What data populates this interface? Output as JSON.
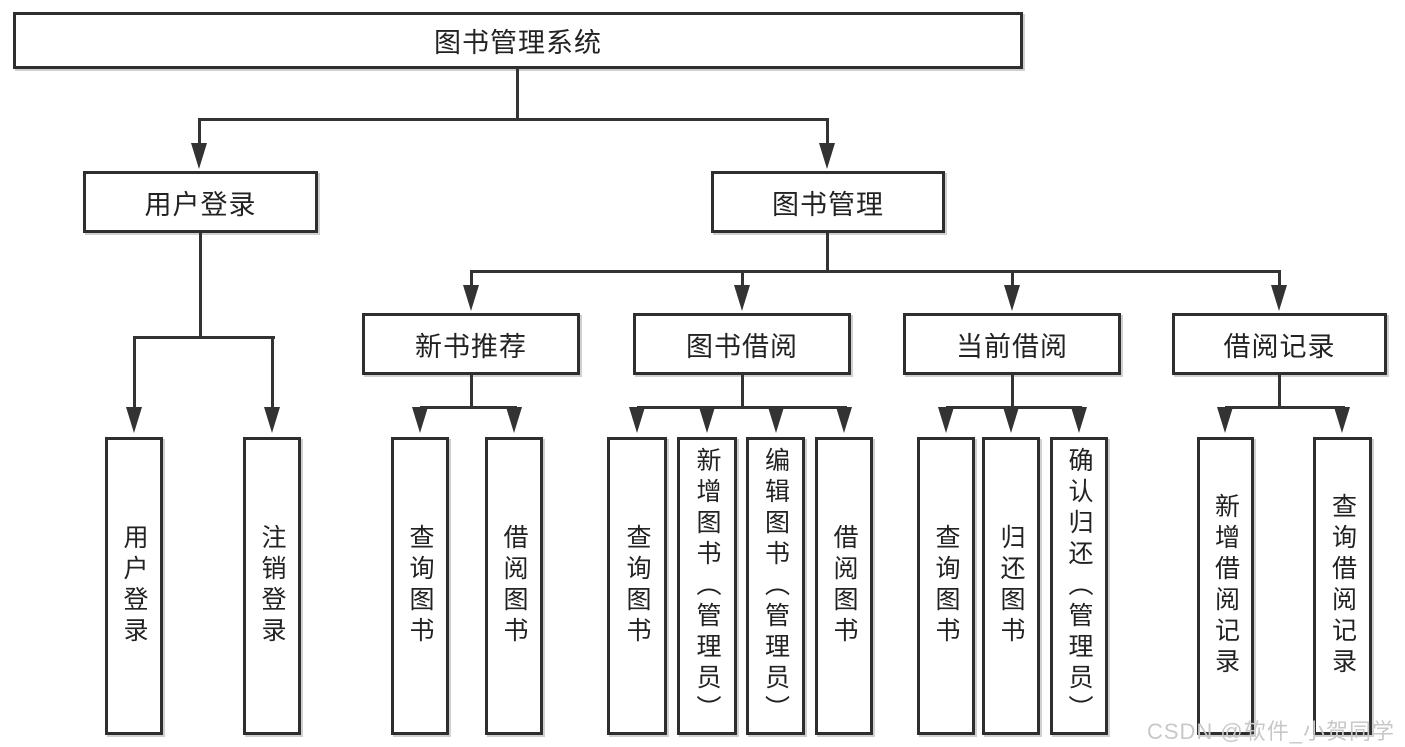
{
  "watermark": "CSDN @软件_小贺同学",
  "colors": {
    "line": "#333333",
    "box_border": "#2e2e2e",
    "text": "#222222",
    "background": "#ffffff",
    "watermark": "#c8c8c8"
  },
  "tree": {
    "label": "图书管理系统",
    "children": [
      {
        "label": "用户登录",
        "children": [
          {
            "label": "用户登录"
          },
          {
            "label": "注销登录"
          }
        ]
      },
      {
        "label": "图书管理",
        "children": [
          {
            "label": "新书推荐",
            "children": [
              {
                "label": "查询图书"
              },
              {
                "label": "借阅图书"
              }
            ]
          },
          {
            "label": "图书借阅",
            "children": [
              {
                "label": "查询图书"
              },
              {
                "label": "新增图书（管理员）"
              },
              {
                "label": "编辑图书（管理员）"
              },
              {
                "label": "借阅图书"
              }
            ]
          },
          {
            "label": "当前借阅",
            "children": [
              {
                "label": "查询图书"
              },
              {
                "label": "归还图书"
              },
              {
                "label": "确认归还（管理员）"
              }
            ]
          },
          {
            "label": "借阅记录",
            "children": [
              {
                "label": "新增借阅记录"
              },
              {
                "label": "查询借阅记录"
              }
            ]
          }
        ]
      }
    ]
  }
}
